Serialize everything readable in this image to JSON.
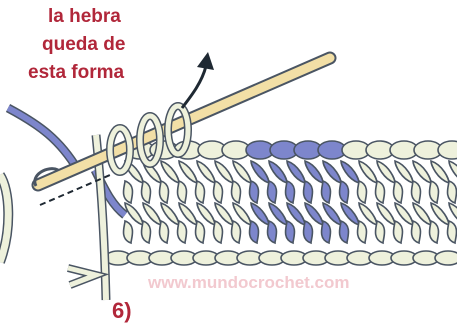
{
  "annotation": {
    "lines": [
      "la hebra",
      "queda de",
      "esta forma"
    ]
  },
  "step_label": "6)",
  "watermark": "www.mundocrochet.com",
  "colors": {
    "annotation_text": "#b1273a",
    "yarn_cream": "#eef1dc",
    "yarn_blue": "#7d86cc",
    "outline": "#4a5563",
    "hook": "#f2dfa6",
    "watermark": "#f2c9cf"
  },
  "icons": [
    "crochet-hook-icon",
    "arrow-icon"
  ]
}
